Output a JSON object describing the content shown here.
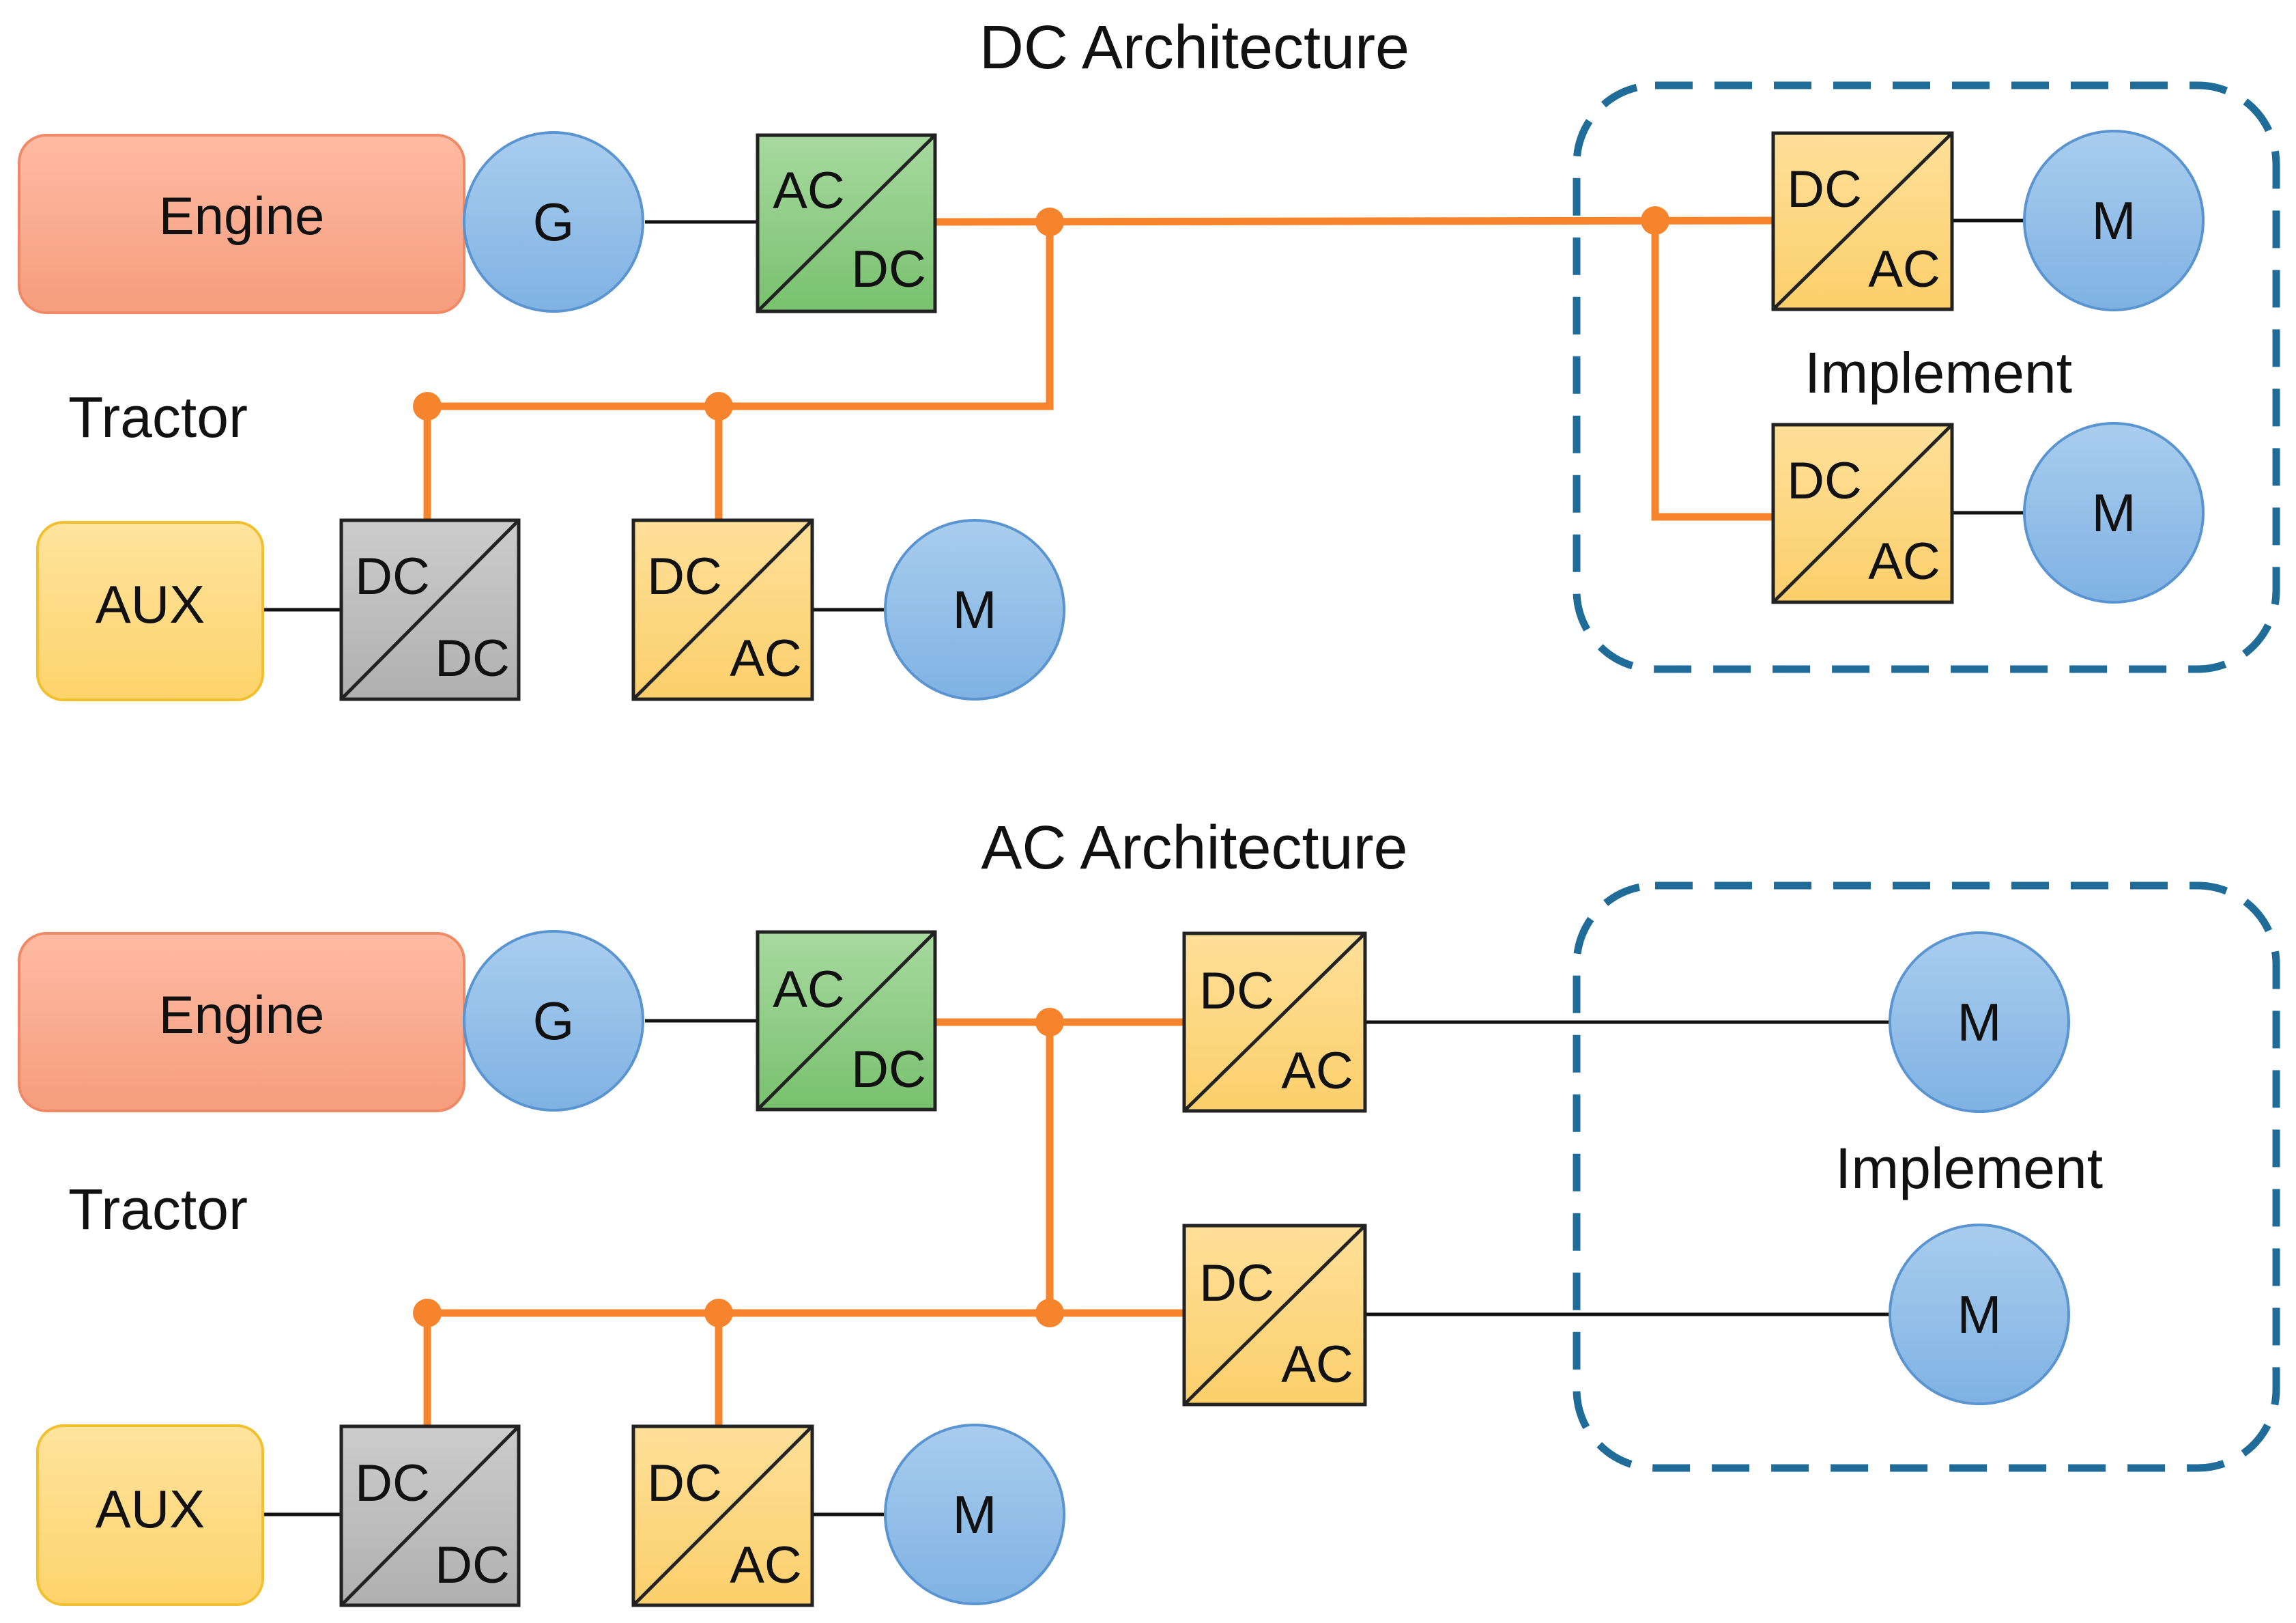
{
  "colors": {
    "engine_fill_top": "#FFBBA3",
    "engine_fill_bottom": "#F59D7D",
    "engine_stroke": "#F08A66",
    "aux_fill_top": "#FFE49E",
    "aux_fill_bottom": "#FDD36B",
    "aux_stroke": "#F2C02F",
    "machine_fill_top": "#A9CDEE",
    "machine_fill_bottom": "#7FB2E3",
    "machine_stroke": "#5A95D1",
    "rectifier_fill_top": "#A8D9A0",
    "rectifier_fill_bottom": "#78C16E",
    "inverter_fill_top": "#FFE09A",
    "inverter_fill_bottom": "#FBCF6A",
    "dcdc_fill_top": "#CCCCCC",
    "dcdc_fill_bottom": "#B0B0B0",
    "bus": "#F5842C",
    "implement_frame": "#1F6C99"
  },
  "dc_architecture": {
    "title": "DC Architecture",
    "tractor_label": "Tractor",
    "implement_label": "Implement",
    "engine_label": "Engine",
    "generator_label": "G",
    "aux_label": "AUX",
    "rectifier": {
      "top": "AC",
      "bottom": "DC"
    },
    "dcdc_converter": {
      "top": "DC",
      "bottom": "DC"
    },
    "tractor_inverter": {
      "top": "DC",
      "bottom": "AC"
    },
    "tractor_motor_label": "M",
    "implement_inverter_1": {
      "top": "DC",
      "bottom": "AC"
    },
    "implement_inverter_2": {
      "top": "DC",
      "bottom": "AC"
    },
    "implement_motor_1_label": "M",
    "implement_motor_2_label": "M"
  },
  "ac_architecture": {
    "title": "AC Architecture",
    "tractor_label": "Tractor",
    "implement_label": "Implement",
    "engine_label": "Engine",
    "generator_label": "G",
    "aux_label": "AUX",
    "rectifier": {
      "top": "AC",
      "bottom": "DC"
    },
    "dcdc_converter": {
      "top": "DC",
      "bottom": "DC"
    },
    "tractor_inverter": {
      "top": "DC",
      "bottom": "AC"
    },
    "tractor_motor_label": "M",
    "feeder_inverter_1": {
      "top": "DC",
      "bottom": "AC"
    },
    "feeder_inverter_2": {
      "top": "DC",
      "bottom": "AC"
    },
    "implement_motor_1_label": "M",
    "implement_motor_2_label": "M"
  }
}
